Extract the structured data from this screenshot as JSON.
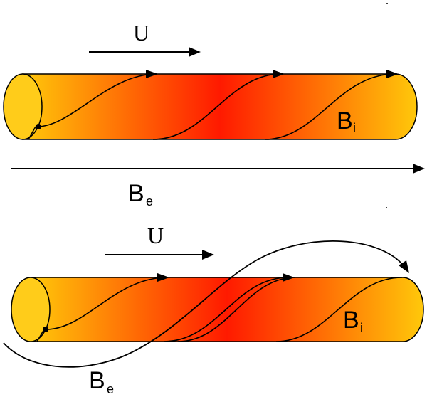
{
  "colors": {
    "tube_center": "#ff1a00",
    "tube_mid": "#ff6a00",
    "tube_edge": "#ffc80a",
    "cap_fill": "#ffcc1a",
    "line": "#000000"
  },
  "labels": {
    "flow": "U",
    "internal_field": "B",
    "internal_field_sub": "i",
    "external_field": "B",
    "external_field_sub": "e"
  }
}
